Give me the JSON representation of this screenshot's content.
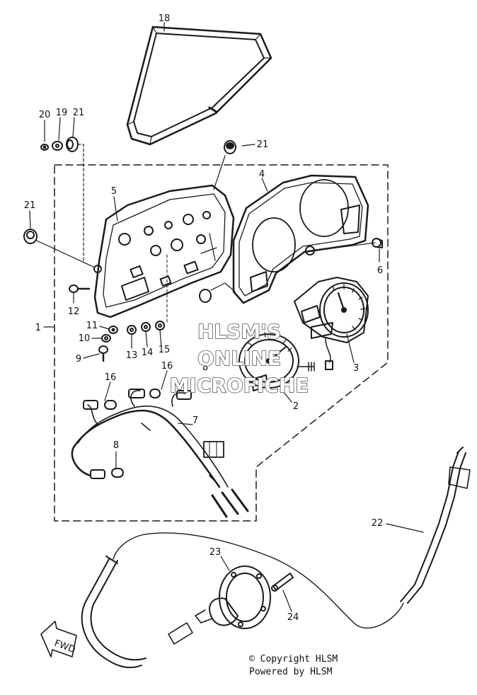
{
  "callouts": [
    "18",
    "20",
    "19",
    "21",
    "21",
    "5",
    "4",
    "21",
    "6",
    "12",
    "11",
    "10",
    "9",
    "13",
    "14",
    "15",
    "3",
    "2",
    "16",
    "16",
    "8",
    "7",
    "8",
    "1",
    "22",
    "23",
    "24"
  ],
  "watermark": {
    "line1": "HLSM'S",
    "line2": "ONLINE",
    "line3": "MICROFICHE"
  },
  "direction_arrow": "FWD",
  "footer": {
    "copyright": "© Copyright HLSM",
    "powered": "Powered by HLSM"
  }
}
